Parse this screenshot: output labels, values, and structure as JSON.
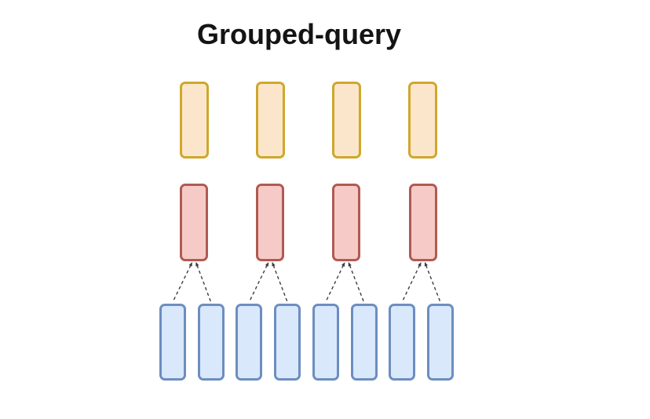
{
  "title": "Grouped-query",
  "background_color": "#ffffff",
  "diagram": {
    "type": "grouped-query-attention",
    "num_groups": 4,
    "queries_per_group": 2,
    "layers": [
      {
        "id": "values",
        "label": "value-box",
        "count": 4,
        "fill": "#FBE6CC",
        "stroke": "#D0A72B"
      },
      {
        "id": "keys",
        "label": "key-box",
        "count": 4,
        "fill": "#F6CBC7",
        "stroke": "#B05A52"
      },
      {
        "id": "queries",
        "label": "query-box",
        "count": 8,
        "fill": "#DAE8FC",
        "stroke": "#6C8EBF"
      }
    ],
    "grouping": [
      [
        0,
        1
      ],
      [
        2,
        3
      ],
      [
        4,
        5
      ],
      [
        6,
        7
      ]
    ],
    "connector": {
      "style": "dashed",
      "color": "#3d3d3d",
      "arrow_direction": "up-toward-key"
    }
  }
}
